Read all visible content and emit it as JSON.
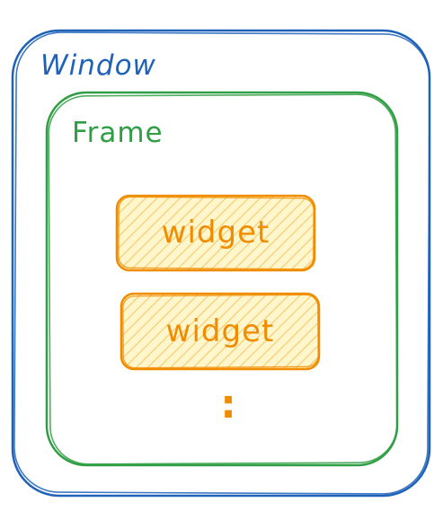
{
  "labels": {
    "window": "Window",
    "frame": "Frame",
    "widget_1": "widget",
    "widget_2": "widget",
    "ellipsis": ":"
  },
  "colors": {
    "window": "#1f62b8",
    "frame": "#2f9e44",
    "widget_stroke": "#f08c00",
    "widget_fill": "#ffec99",
    "background": "#ffffff"
  }
}
